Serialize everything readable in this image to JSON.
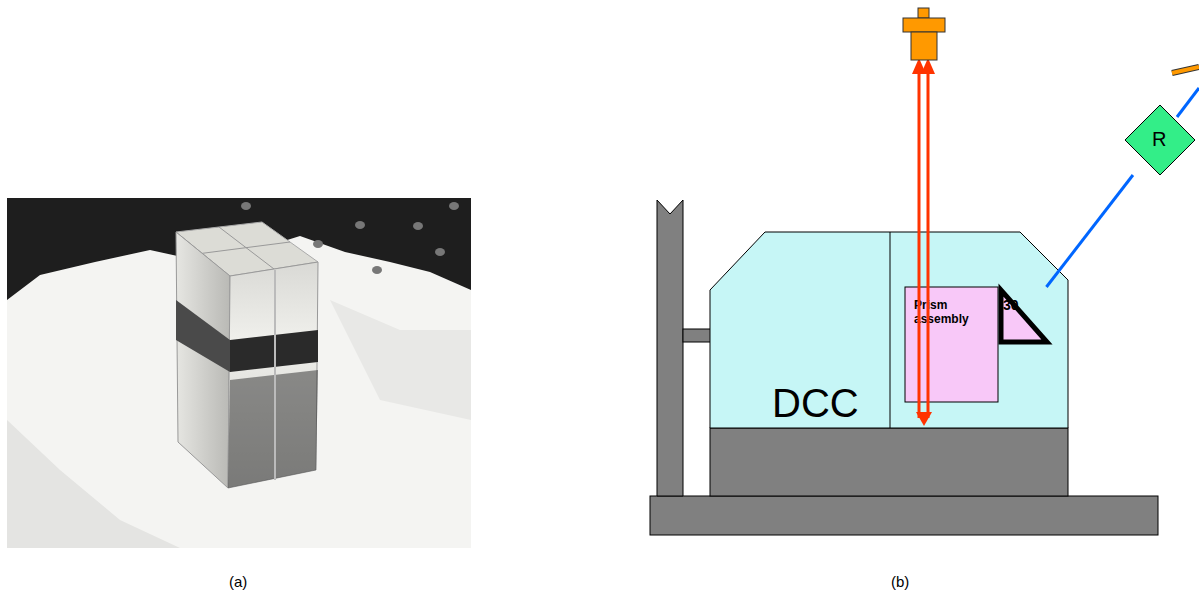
{
  "diagram": {
    "nodes": [
      {
        "text": [
          "DCC"
        ]
      },
      {
        "text": [
          "Prism assembly"
        ],
        "in": 0
      },
      {
        "text": [
          "30"
        ],
        "in": 0
      },
      {
        "text": [
          "R"
        ]
      }
    ],
    "edges": [
      {
        "from": 2,
        "to": 3,
        "arrow": "none"
      }
    ],
    "labels": [
      "(a)",
      "(b)"
    ]
  }
}
